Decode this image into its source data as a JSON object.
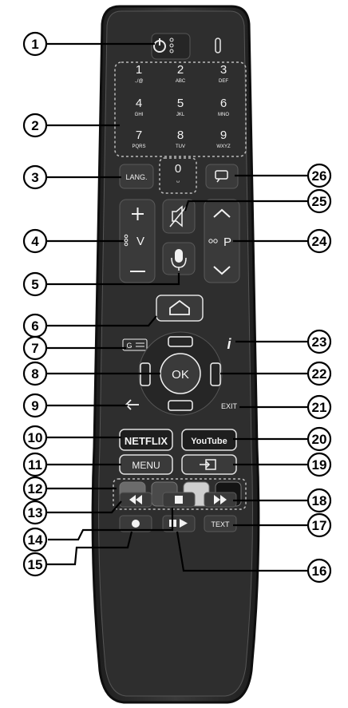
{
  "callouts": [
    {
      "num": "1"
    },
    {
      "num": "2"
    },
    {
      "num": "3"
    },
    {
      "num": "4"
    },
    {
      "num": "5"
    },
    {
      "num": "6"
    },
    {
      "num": "7"
    },
    {
      "num": "8"
    },
    {
      "num": "9"
    },
    {
      "num": "10"
    },
    {
      "num": "11"
    },
    {
      "num": "12"
    },
    {
      "num": "13"
    },
    {
      "num": "14"
    },
    {
      "num": "15"
    },
    {
      "num": "16"
    },
    {
      "num": "17"
    },
    {
      "num": "18"
    },
    {
      "num": "19"
    },
    {
      "num": "20"
    },
    {
      "num": "21"
    },
    {
      "num": "22"
    },
    {
      "num": "23"
    },
    {
      "num": "24"
    },
    {
      "num": "25"
    },
    {
      "num": "26"
    }
  ],
  "numpad": [
    {
      "digit": "1",
      "letters": ".,/@"
    },
    {
      "digit": "2",
      "letters": "ABC"
    },
    {
      "digit": "3",
      "letters": "DEF"
    },
    {
      "digit": "4",
      "letters": "GHI"
    },
    {
      "digit": "5",
      "letters": "JKL"
    },
    {
      "digit": "6",
      "letters": "MNO"
    },
    {
      "digit": "7",
      "letters": "PQRS"
    },
    {
      "digit": "8",
      "letters": "TUV"
    },
    {
      "digit": "9",
      "letters": "WXYZ"
    },
    {
      "digit": "0",
      "letters": "␣"
    }
  ],
  "buttons": {
    "lang": "LANG.",
    "volume": "V",
    "program": "P",
    "ok": "OK",
    "exit": "EXIT",
    "netflix": "NETFLIX",
    "youtube": "YouTube",
    "menu": "MENU",
    "text": "TEXT",
    "info": "i"
  },
  "colors": {
    "remote_body": "#2b2b2b",
    "remote_outline": "#111111",
    "button": "#3a3a3a",
    "button_text": "#f2f2f2",
    "netflix": "#1e1e1e",
    "youtube": "#1e1e1e",
    "color_keys": [
      "#6b6b6b",
      "#4a4a4a",
      "#cfcfcf",
      "#141414"
    ]
  }
}
